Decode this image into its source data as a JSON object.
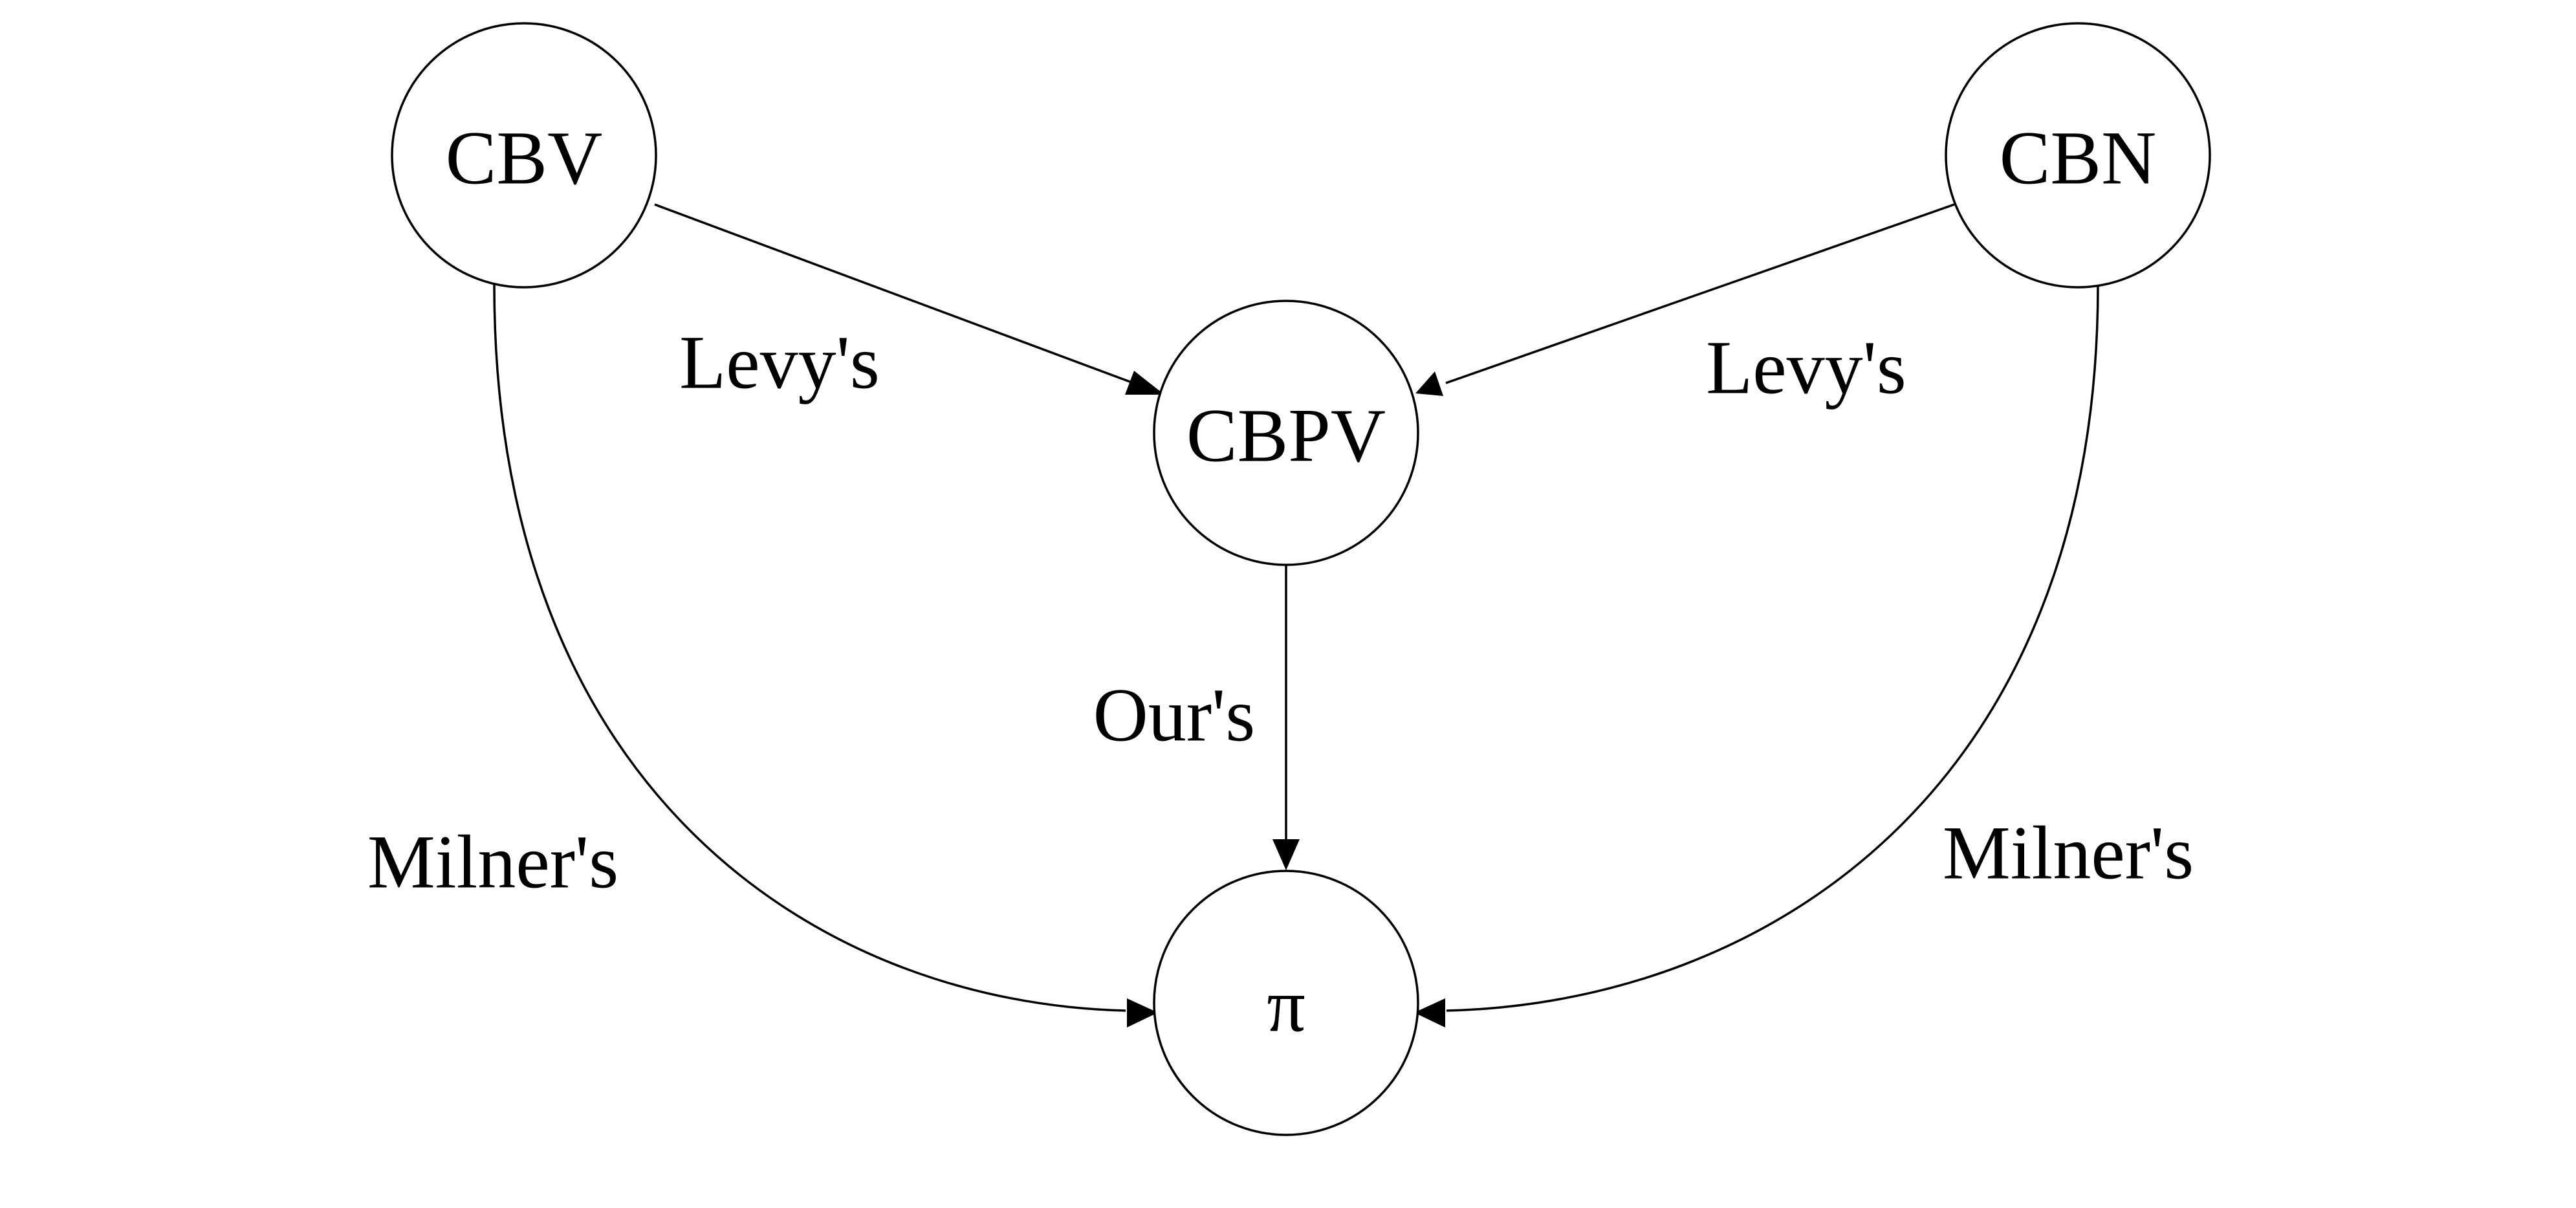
{
  "diagram": {
    "nodes": [
      {
        "id": "cbv",
        "label": "CBV"
      },
      {
        "id": "cbn",
        "label": "CBN"
      },
      {
        "id": "cbpv",
        "label": "CBPV"
      },
      {
        "id": "pi",
        "label": "π"
      }
    ],
    "edges": [
      {
        "id": "cbv-cbpv",
        "from": "cbv",
        "to": "cbpv",
        "label": "Levy's"
      },
      {
        "id": "cbn-cbpv",
        "from": "cbn",
        "to": "cbpv",
        "label": "Levy's"
      },
      {
        "id": "cbpv-pi",
        "from": "cbpv",
        "to": "pi",
        "label": "Our's"
      },
      {
        "id": "cbv-pi",
        "from": "cbv",
        "to": "pi",
        "label": "Milner's"
      },
      {
        "id": "cbn-pi",
        "from": "cbn",
        "to": "pi",
        "label": "Milner's"
      }
    ]
  }
}
